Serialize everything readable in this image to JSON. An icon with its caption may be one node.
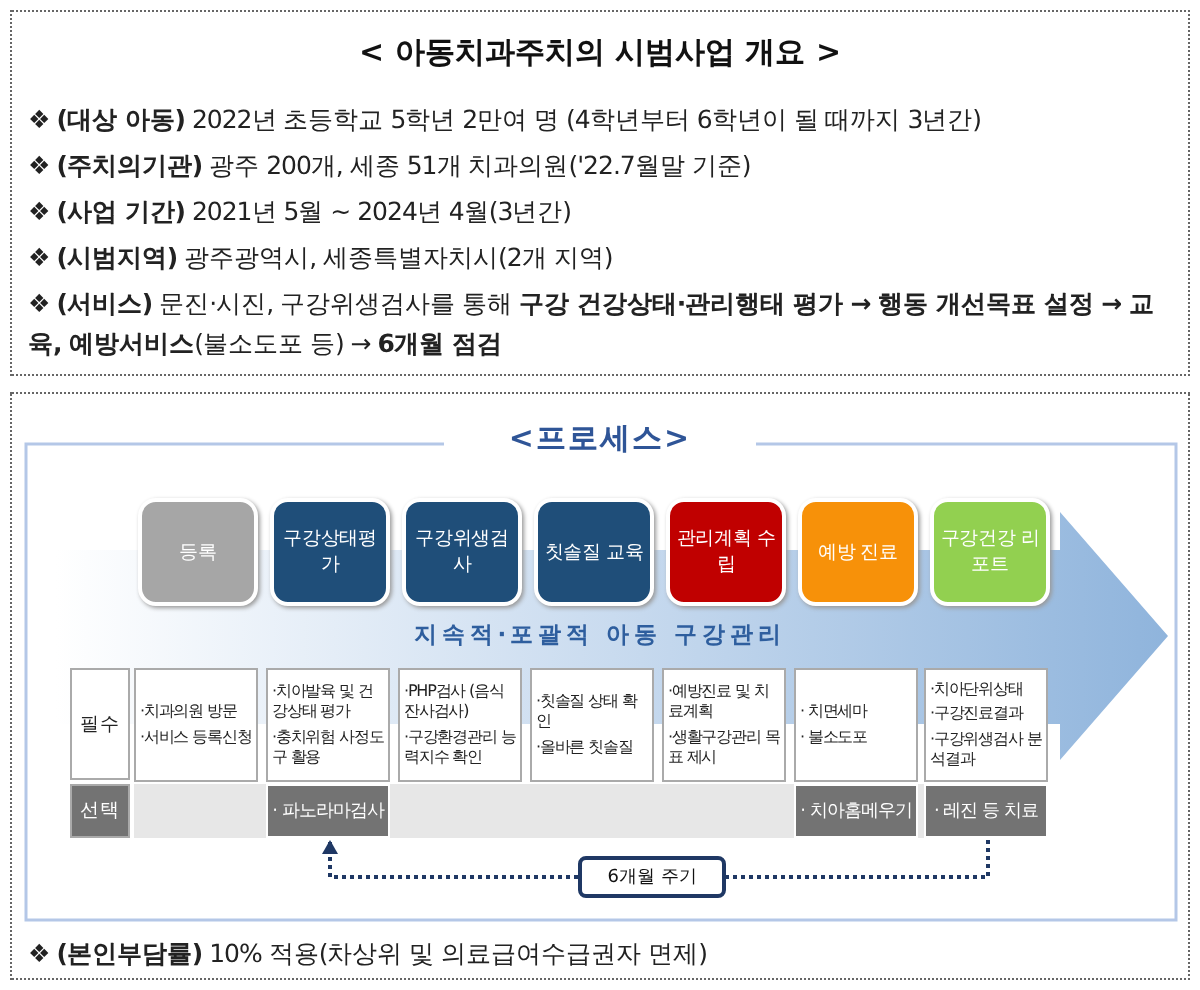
{
  "diagram": {
    "title": "< 아동치과주치의 시범사업 개요 >",
    "nodes": [
      {
        "text": [
          "등록"
        ]
      },
      {
        "text": [
          "구강상태평가"
        ]
      },
      {
        "text": [
          "구강위생검사"
        ]
      },
      {
        "text": [
          "칫솔질 교육"
        ]
      },
      {
        "text": [
          "관리계획 수립"
        ]
      },
      {
        "text": [
          "예방 진료"
        ]
      },
      {
        "text": [
          "구강건강 리포트"
        ]
      },
      {
        "text": [
          "· 파노라마검사"
        ]
      },
      {
        "text": [
          "· 치아홈메우기"
        ]
      },
      {
        "text": [
          "· 레진 등 치료"
        ]
      },
      {
        "text": [
          "6개월 주기"
        ]
      }
    ],
    "edges": [
      {
        "from": 9,
        "to": 10,
        "arrow": "none",
        "style": "dashed",
        "color": "#1f3864"
      },
      {
        "from": 10,
        "to": 7,
        "arrow": "to",
        "style": "dashed",
        "color": "#1f3864"
      }
    ],
    "labels": [
      "❖ **(대상 아동)** 2022년 초등학교 5학년 2만여 명 (4학년부터 6학년이 될 때까지 3년간)",
      "❖ **(주치의기관)** 광주 200개, 세종 51개 치과의원('22.7월말 기준)",
      "❖ **(사업 기간)** 2021년 5월 ~ 2024년 4월(3년간)",
      "❖ **(시범지역)** 광주광역시, 세종특별자치시(2개 지역)",
      "❖ **(서비스)** 문진·시진, 구강위생검사를 통해 **구강 건강상태·관리행태 평가 → 행동 개선목표 설정 → 교육, 예방서비스**(불소도포 등) → **6개월 점검**",
      "<프로세스>",
      "지속적·포괄적 아동 구강관리",
      "필수",
      "·치과의원 방문",
      "·서비스 등록신청",
      "·치아발육 및 건강상태 평가",
      "·충치위험 사정도구 활용",
      "·PHP검사 (음식잔사검사)",
      "·구강환경관리 능력지수 확인",
      "·칫솔질 상태 확인",
      "·올바른 칫솔질",
      "·예방진료 및 치료계획",
      "·생활구강관리 목표 제시",
      "· 치면세마",
      "· 불소도포",
      "·치아단위상태",
      "·구강진료결과",
      "·구강위생검사 분석결과",
      "선택",
      "❖ **(본인부담률)** 10% 적용(차상위 및 의료급여수급권자 면제)"
    ]
  }
}
